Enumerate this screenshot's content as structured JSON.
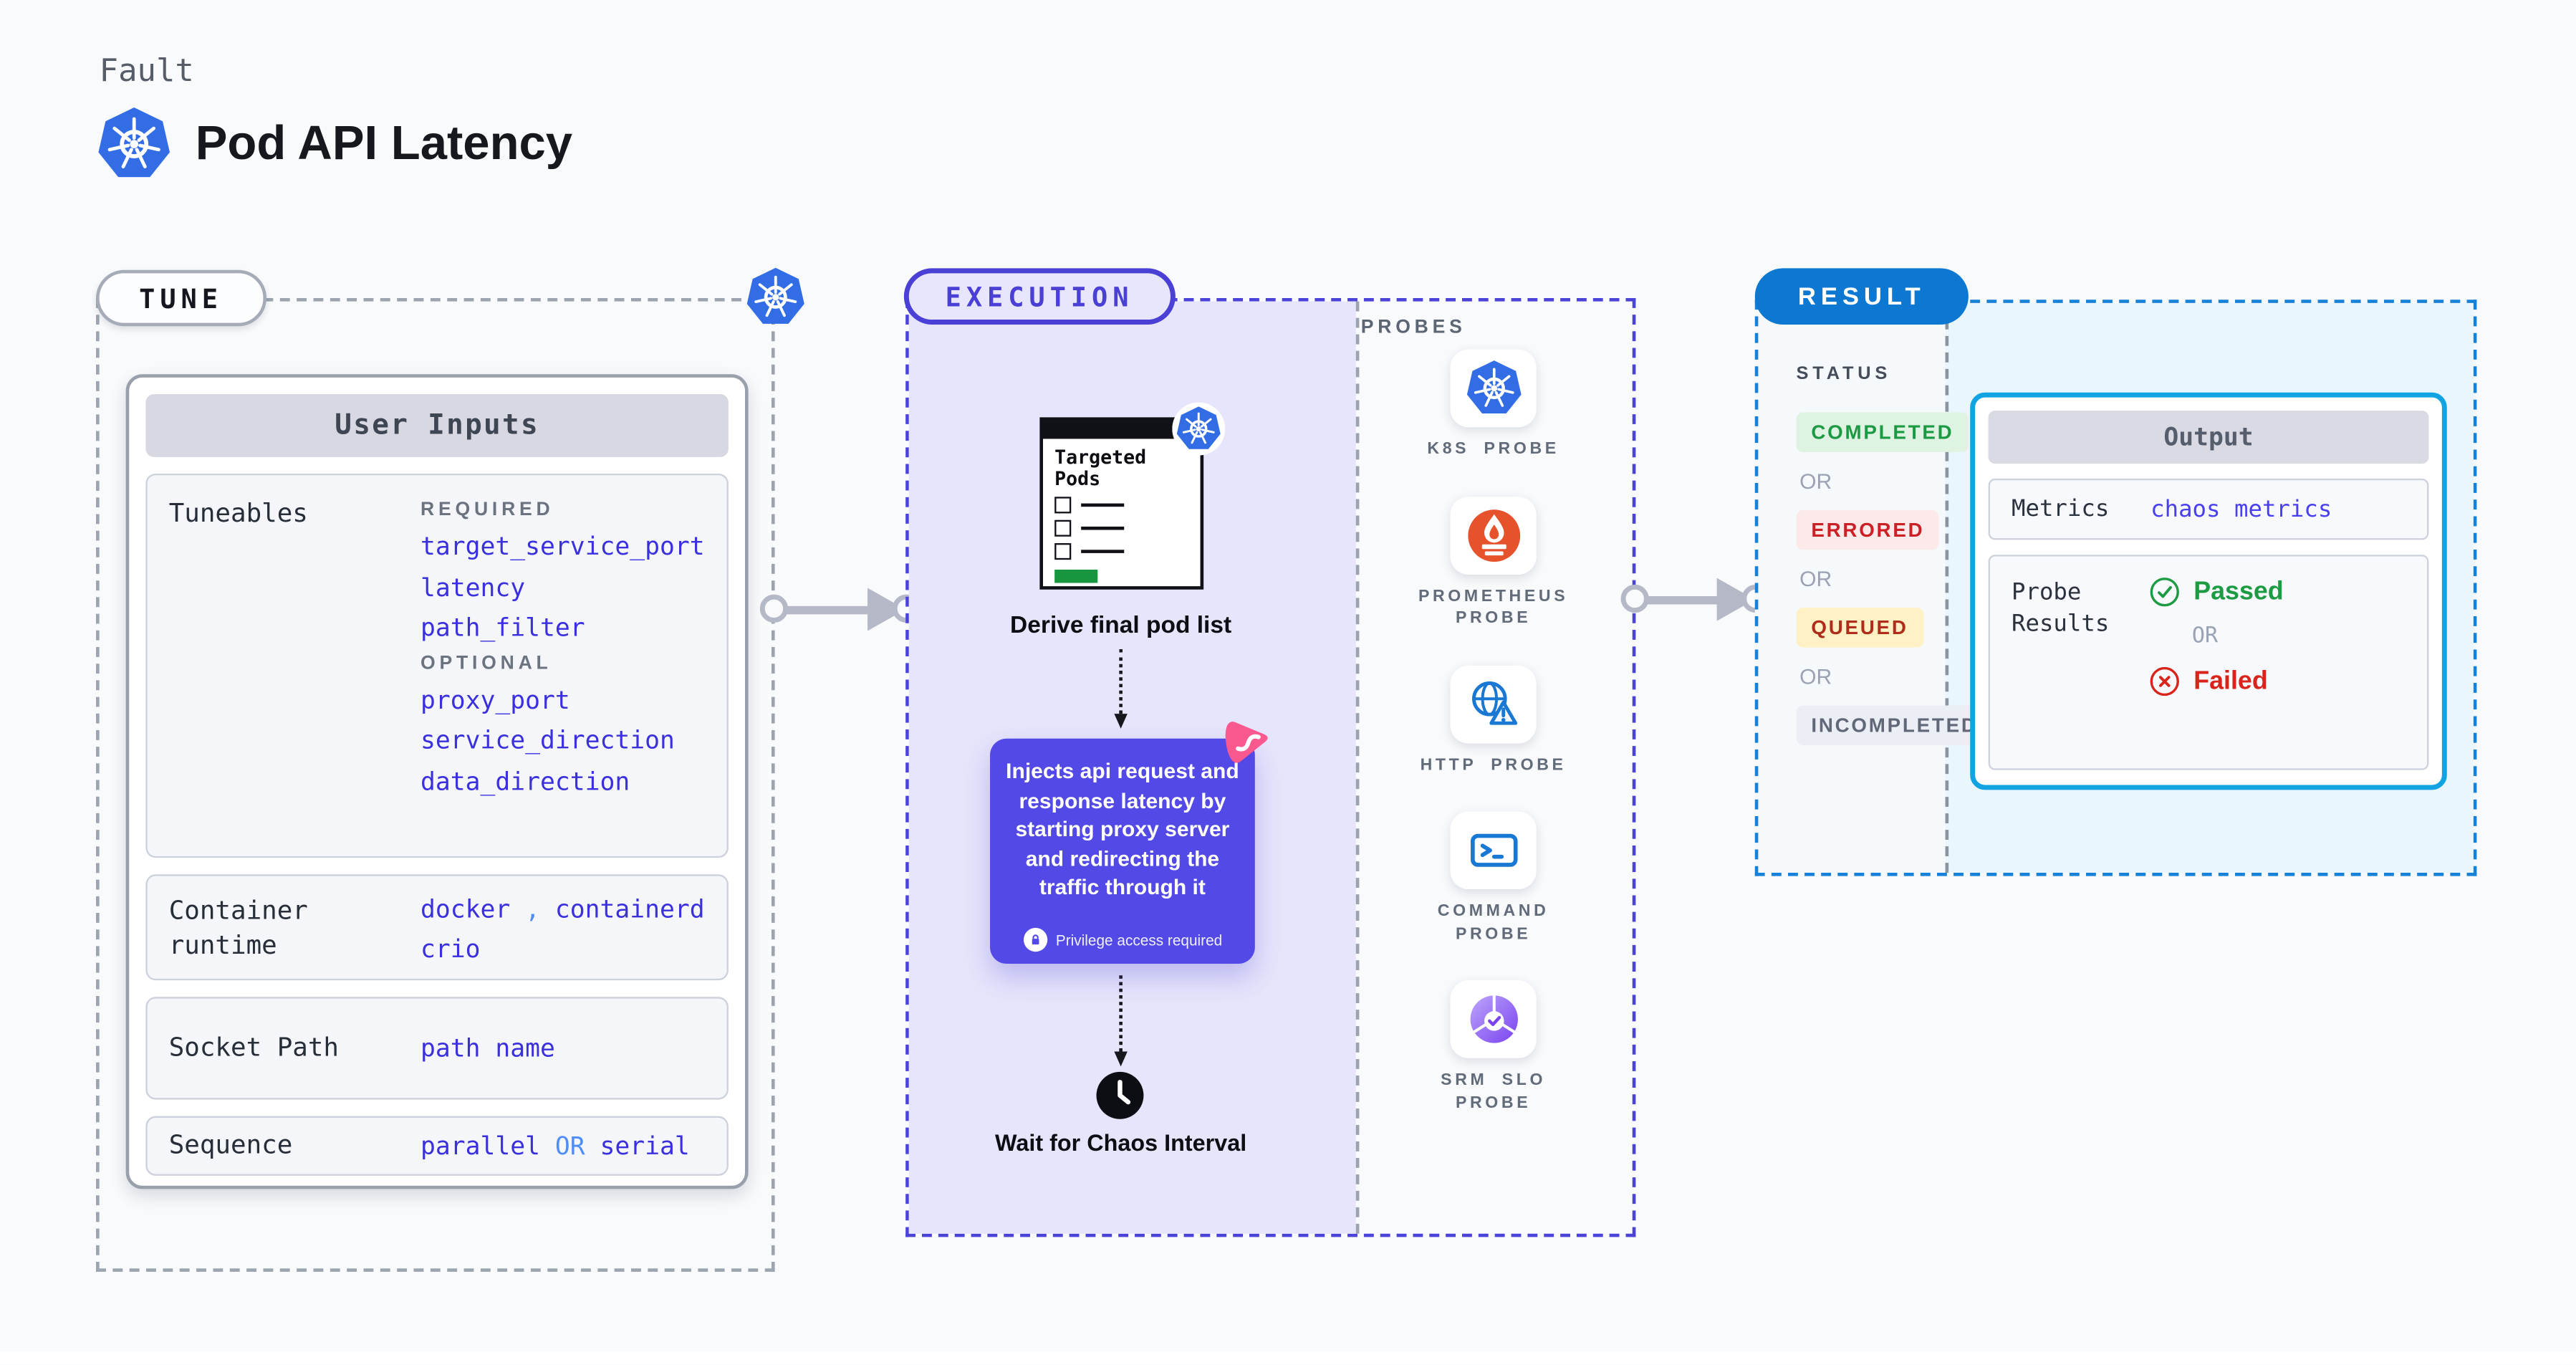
{
  "colors": {
    "page_background": "#f8fafc",
    "k8s_blue": "#326de6",
    "accent_indigo": "#4b40d6",
    "inject_box_purple": "#5349e6",
    "lavender_fill": "#e6e5fb",
    "param_indigo": "#3a30dd",
    "link_blue": "#4f8ef7",
    "result_blue": "#0c78d2",
    "result_dash_blue": "#1581d9",
    "output_border_cyan": "#12a3e3",
    "completed_green": "#1b9a43",
    "errored_red": "#cb2026",
    "queued_amber_bg": "#fdf1c5",
    "failed_red": "#d8241b",
    "prometheus_orange": "#e6522c",
    "chaos_pink": "#f9598f",
    "arrow_gray": "#b5b8c6",
    "progress_green": "#17953f"
  },
  "header": {
    "category": "Fault",
    "title": "Pod API Latency"
  },
  "tune": {
    "pill": "TUNE",
    "card_title": "User Inputs",
    "tuneables": {
      "label": "Tuneables",
      "required_label": "REQUIRED",
      "required": [
        "target_service_port",
        "latency",
        "path_filter"
      ],
      "optional_label": "OPTIONAL",
      "optional": [
        "proxy_port",
        "service_direction",
        "data_direction"
      ]
    },
    "container_runtime": {
      "label": "Container runtime",
      "value1": "docker",
      "separator": ",",
      "value2": "containerd",
      "value3": "crio"
    },
    "socket_path": {
      "label": "Socket Path",
      "value": "path name"
    },
    "sequence": {
      "label": "Sequence",
      "value1": "parallel",
      "or": "OR",
      "value2": "serial"
    }
  },
  "execution": {
    "pill": "EXECUTION",
    "pod_window_title": "Targeted Pods",
    "derive_label": "Derive final pod list",
    "inject_text": "Injects api request and response latency by starting proxy server and redirecting the traffic through it",
    "privilege_note": "Privilege access required",
    "wait_label": "Wait for Chaos Interval"
  },
  "probes": {
    "label": "PROBES",
    "items": [
      {
        "name": "K8S PROBE",
        "icon": "kubernetes-icon"
      },
      {
        "name": "PROMETHEUS PROBE",
        "icon": "prometheus-icon"
      },
      {
        "name": "HTTP PROBE",
        "icon": "http-globe-warning-icon"
      },
      {
        "name": "COMMAND PROBE",
        "icon": "terminal-icon"
      },
      {
        "name": "SRM SLO PROBE",
        "icon": "slo-gauge-check-icon"
      }
    ]
  },
  "result": {
    "pill": "RESULT",
    "status_label": "STATUS",
    "or_label": "OR",
    "statuses": [
      {
        "text": "COMPLETED",
        "type": "completed"
      },
      {
        "text": "ERRORED",
        "type": "errored"
      },
      {
        "text": "QUEUED",
        "type": "queued"
      },
      {
        "text": "INCOMPLETED",
        "type": "incompleted"
      }
    ],
    "output": {
      "title": "Output",
      "metrics_label": "Metrics",
      "metrics_value": "chaos metrics",
      "probe_results_label": "Probe Results",
      "passed": "Passed",
      "or": "OR",
      "failed": "Failed"
    }
  }
}
